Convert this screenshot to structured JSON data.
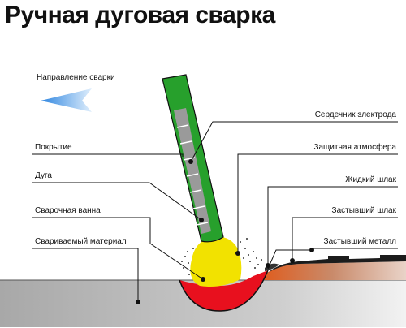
{
  "title": "Ручная дуговая сварка",
  "direction_label": "Направление сварки",
  "labels_left": {
    "coating": "Покрытие",
    "arc": "Дуга",
    "weld_pool": "Сварочная ванна",
    "base_material": "Свариваемый материал"
  },
  "labels_right": {
    "electrode_core": "Сердечник электрода",
    "shielding_gas": "Защитная атмосфера",
    "liquid_slag": "Жидкий шлак",
    "solid_slag": "Застывший шлак",
    "solid_metal": "Застывший металл"
  },
  "colors": {
    "electrode_coating": "#27a02c",
    "electrode_core": "#9a9a9a",
    "arc": "#f2e200",
    "weld_pool": "#e8101e",
    "base_metal": "#b5b5b5",
    "weld_bead": "#c9704a",
    "slag": "#222222",
    "arrow": "#3a8fe0"
  }
}
